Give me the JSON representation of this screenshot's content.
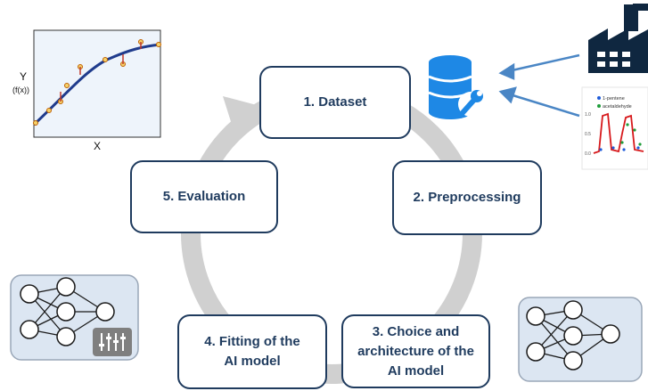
{
  "steps": {
    "dataset": "1. Dataset",
    "preprocessing": "2. Preprocessing",
    "choice": "3. Choice and architecture of the AI model",
    "fitting": "4. Fitting of the AI model",
    "evaluation": "5. Evaluation"
  },
  "plot": {
    "y_label": "Y",
    "y_sublabel": "(f(x))",
    "x_label": "X"
  },
  "mini_chart": {
    "legend": [
      "1-pentene",
      "acetaldehyde"
    ],
    "y_ticks": [
      "1.0",
      "0.5",
      "0.0"
    ]
  },
  "colors": {
    "navy": "#1f3b5e",
    "cycle_arrow": "#d0d0d0",
    "data_arrow": "#4a86c5",
    "panel": "#dce6f2",
    "db_blue": "#1e88e5"
  },
  "icons": [
    "factory-icon",
    "database-wrench-icon",
    "neural-network-icon",
    "sliders-icon"
  ]
}
